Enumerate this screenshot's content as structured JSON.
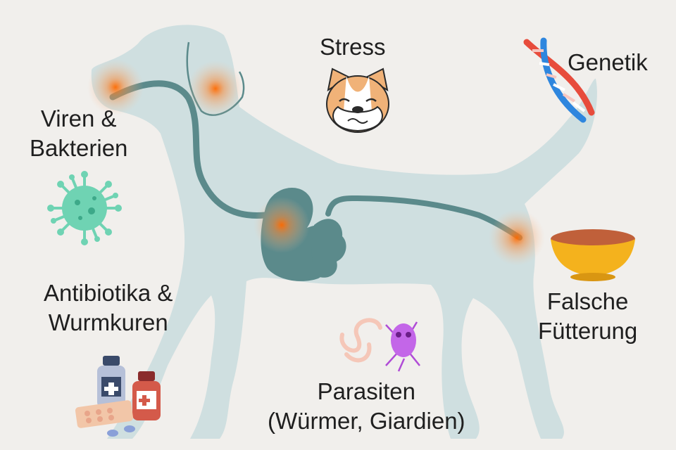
{
  "labels": {
    "stress": "Stress",
    "genetik": "Genetik",
    "viren": [
      "Viren &",
      "Bakterien"
    ],
    "antibiotika": [
      "Antibiotika &",
      "Wurmkuren"
    ],
    "fuetterung": [
      "Falsche",
      "Fütterung"
    ],
    "parasiten": [
      "Parasiten",
      "(Würmer, Giardien)"
    ]
  },
  "icons": {
    "stress": "sad-corgi-face-icon",
    "genetik": "dna-helix-icon",
    "viren": "virus-icon",
    "antibiotika": "medicine-bottles-pills-icon",
    "fuetterung": "food-bowl-icon",
    "parasiten": "worm-and-giardia-icon"
  },
  "colors": {
    "background": "#f1efec",
    "dog_silhouette": "#cfdfe0",
    "digestive_tract": "#5b8a8b",
    "hotspot": "#f6892d",
    "virus": "#6fd3b3",
    "bowl": "#f4b21d",
    "giardia": "#b04bd6",
    "worm": "#f5c7b8"
  }
}
